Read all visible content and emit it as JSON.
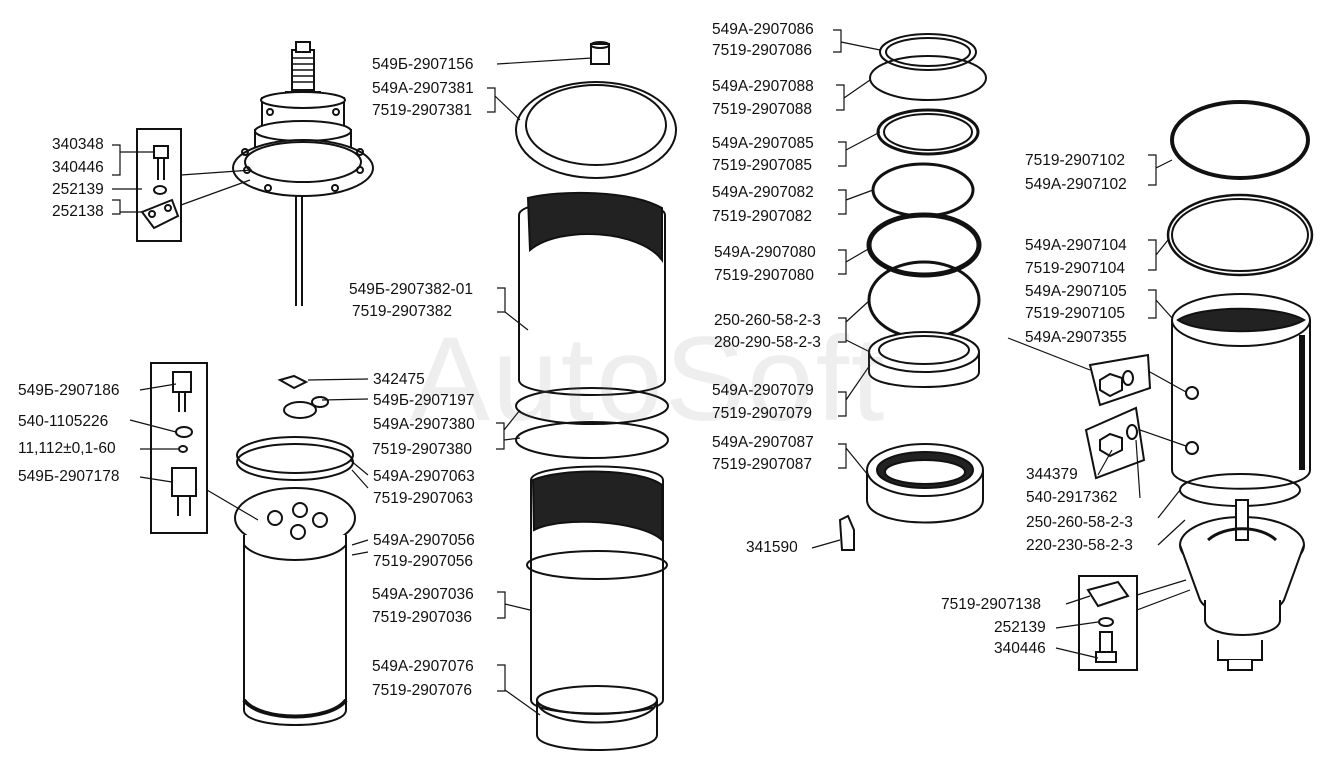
{
  "watermark": "AutoSoft",
  "labels": {
    "l340348": "340348",
    "l340446a": "340446",
    "l252139a": "252139",
    "l252138": "252138",
    "l549b2907156": "549Б-2907156",
    "l549a2907381": "549А-2907381",
    "l75192907381": "7519-2907381",
    "l549b290738201": "549Б-2907382-01",
    "l75192907382": "7519-2907382",
    "l342475": "342475",
    "l549b2907197": "549Б-2907197",
    "l549a2907380": "549А-2907380",
    "l75192907380": "7519-2907380",
    "l549b2907186": "549Б-2907186",
    "l5401105226": "540-1105226",
    "l11112": "11,112±0,1-60",
    "l549b2907178": "549Б-2907178",
    "l549a2907063": "549А-2907063",
    "l75192907063": "7519-2907063",
    "l549a2907056": "549А-2907056",
    "l75192907056": "7519-2907056",
    "l549a2907036": "549А-2907036",
    "l75192907036": "7519-2907036",
    "l549a2907076": "549А-2907076",
    "l75192907076": "7519-2907076",
    "l549a2907086": "549А-2907086",
    "l75192907086": "7519-2907086",
    "l549a2907088": "549А-2907088",
    "l75192907088": "7519-2907088",
    "l549a2907085": "549А-2907085",
    "l75192907085": "7519-2907085",
    "l549a2907082": "549А-2907082",
    "l75192907082": "7519-2907082",
    "l549a2907080": "549А-2907080",
    "l75192907080": "7519-2907080",
    "l2502605823a": "250-260-58-2-3",
    "l2802905823": "280-290-58-2-3",
    "l549a2907079": "549А-2907079",
    "l75192907079": "7519-2907079",
    "l549a2907087": "549А-2907087",
    "l75192907087": "7519-2907087",
    "l341590": "341590",
    "l75192907102": "7519-2907102",
    "l549a2907102": "549А-2907102",
    "l549a2907104": "549А-2907104",
    "l75192907104": "7519-2907104",
    "l549a2907105": "549А-2907105",
    "l75192907105": "7519-2907105",
    "l549a2907355": "549А-2907355",
    "l344379": "344379",
    "l5402917362": "540-2917362",
    "l2502605823b": "250-260-58-2-3",
    "l2202305823": "220-230-58-2-3",
    "l75192907138": "7519-2907138",
    "l252139b": "252139",
    "l340446b": "340446"
  }
}
